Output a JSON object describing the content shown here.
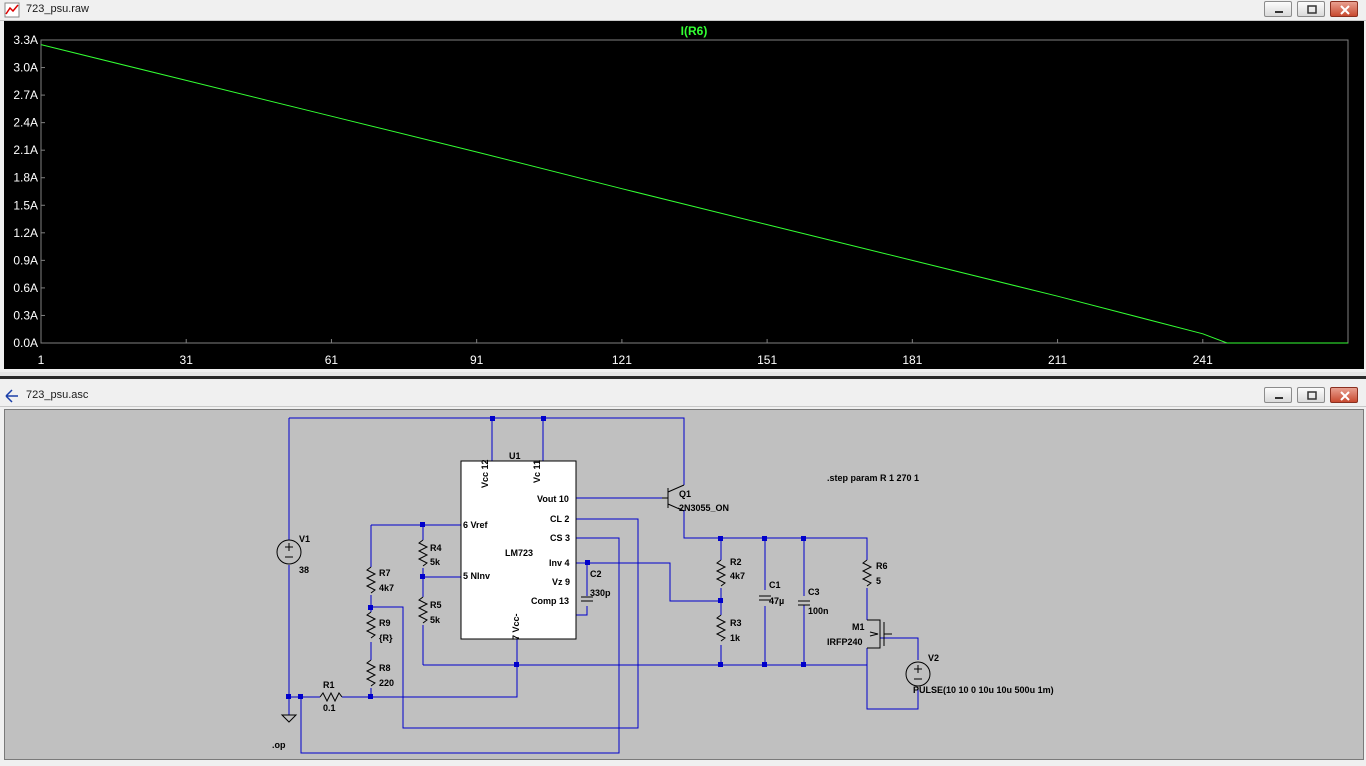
{
  "waveform_window": {
    "title": "723_psu.raw",
    "trace_label": "I(R6)",
    "controls": {
      "minimize": "minimize",
      "maximize": "maximize",
      "close": "close"
    }
  },
  "schematic_window": {
    "title": "723_psu.asc",
    "directive_step": ".step param R 1 270 1",
    "directive_op": ".op",
    "components": {
      "u1_ref": "U1",
      "u1_part": "LM723",
      "u1_pins": {
        "vcc12": "Vcc 12",
        "vc11": "Vc 11",
        "vout10": "Vout 10",
        "cl2": "CL 2",
        "cs3": "CS 3",
        "vref6": "6 Vref",
        "ninv5": "5 NInv",
        "inv4": "Inv 4",
        "vz9": "Vz 9",
        "comp13": "Comp 13",
        "vcc7": "7 Vcc-"
      },
      "v1_ref": "V1",
      "v1_val": "38",
      "q1_ref": "Q1",
      "q1_val": "2N3055_ON",
      "r1_ref": "R1",
      "r1_val": "0.1",
      "r2_ref": "R2",
      "r2_val": "4k7",
      "r3_ref": "R3",
      "r3_val": "1k",
      "r4_ref": "R4",
      "r4_val": "5k",
      "r5_ref": "R5",
      "r5_val": "5k",
      "r6_ref": "R6",
      "r6_val": "5",
      "r7_ref": "R7",
      "r7_val": "4k7",
      "r8_ref": "R8",
      "r8_val": "220",
      "r9_ref": "R9",
      "r9_val": "{R}",
      "c1_ref": "C1",
      "c1_val": "47µ",
      "c2_ref": "C2",
      "c2_val": "330p",
      "c3_ref": "C3",
      "c3_val": "100n",
      "m1_ref": "M1",
      "m1_val": "IRFP240",
      "v2_ref": "V2",
      "v2_val": "PULSE(10 10 0 10u 10u 500u 1m)"
    }
  },
  "chart_data": {
    "type": "line",
    "title": "I(R6)",
    "xlabel": "",
    "ylabel": "",
    "xlim": [
      1,
      271
    ],
    "ylim": [
      0,
      3.3
    ],
    "x_ticks": [
      "1",
      "31",
      "61",
      "91",
      "121",
      "151",
      "181",
      "211",
      "241"
    ],
    "y_ticks": [
      "3.3A",
      "3.0A",
      "2.7A",
      "2.4A",
      "2.1A",
      "1.8A",
      "1.5A",
      "1.2A",
      "0.9A",
      "0.6A",
      "0.3A",
      "0.0A"
    ],
    "grid": false,
    "series": [
      {
        "name": "I(R6)",
        "color": "#33ff33",
        "points": [
          [
            1,
            3.25
          ],
          [
            31,
            2.86
          ],
          [
            61,
            2.47
          ],
          [
            91,
            2.08
          ],
          [
            121,
            1.68
          ],
          [
            151,
            1.29
          ],
          [
            181,
            0.9
          ],
          [
            211,
            0.51
          ],
          [
            241,
            0.1
          ],
          [
            246,
            0.0
          ],
          [
            271,
            0.0
          ]
        ]
      }
    ]
  },
  "colors": {
    "wire": "#0000cc",
    "trace": "#33ff33",
    "plot_bg": "#000000",
    "sch_bg": "#c0c0c0"
  }
}
